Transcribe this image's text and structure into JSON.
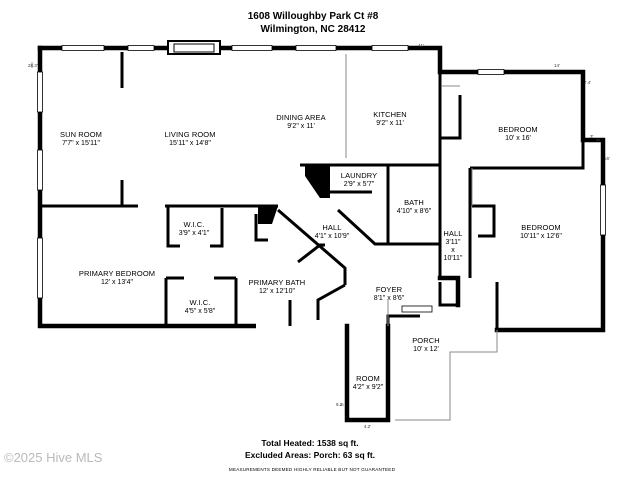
{
  "header": {
    "address_line1": "1608 Willoughby Park Ct #8",
    "address_line2": "Wilmington, NC 28412"
  },
  "rooms": {
    "sun_room": {
      "name": "SUN ROOM",
      "dims": "7'7\" x 15'11\""
    },
    "living_room": {
      "name": "LIVING ROOM",
      "dims": "15'11\" x 14'8\""
    },
    "dining_area": {
      "name": "DINING AREA",
      "dims": "9'2\" x 11'"
    },
    "kitchen": {
      "name": "KITCHEN",
      "dims": "9'2\" x 11'"
    },
    "bedroom_1": {
      "name": "BEDROOM",
      "dims": "10' x 16'"
    },
    "laundry": {
      "name": "LAUNDRY",
      "dims": "2'9\" x 5'7\""
    },
    "bath": {
      "name": "BATH",
      "dims": "4'10\" x 8'6\""
    },
    "hall_center": {
      "name": "HALL",
      "dims": "4'1\" x 10'9\""
    },
    "hall_right": {
      "name": "HALL",
      "dims_a": "3'11\"",
      "dims_b": "x",
      "dims_c": "10'11\""
    },
    "bedroom_2": {
      "name": "BEDROOM",
      "dims": "10'11\" x 12'6\""
    },
    "wic_1": {
      "name": "W.I.C.",
      "dims": "3'9\" x 4'1\""
    },
    "primary_bedroom": {
      "name": "PRIMARY BEDROOM",
      "dims": "12' x 13'4\""
    },
    "primary_bath": {
      "name": "PRIMARY BATH",
      "dims": "12' x 12'10\""
    },
    "foyer": {
      "name": "FOYER",
      "dims": "8'1\" x 8'6\""
    },
    "wic_2": {
      "name": "W.I.C.",
      "dims": "4'5\" x 5'8\""
    },
    "porch": {
      "name": "PORCH",
      "dims": "10' x 12'"
    },
    "room": {
      "name": "ROOM",
      "dims": "4'2\" x 9'2\""
    }
  },
  "edge_dims": {
    "top_right": "41'",
    "left_top": "28.3'",
    "bed_top": "14'",
    "bed_side": "7.4'",
    "bed_corner": "3'",
    "right_side": "16'",
    "room_side": "9.2'",
    "room_bottom": "4.2'"
  },
  "footer": {
    "total_heated": "Total Heated: 1538 sq ft.",
    "excluded": "Excluded Areas: Porch: 63 sq ft.",
    "disclaimer": "MEASUREMENTS DEEMED HIGHLY RELIABLE BUT NOT GUARANTEED",
    "watermark": "©2025 Hive MLS"
  }
}
